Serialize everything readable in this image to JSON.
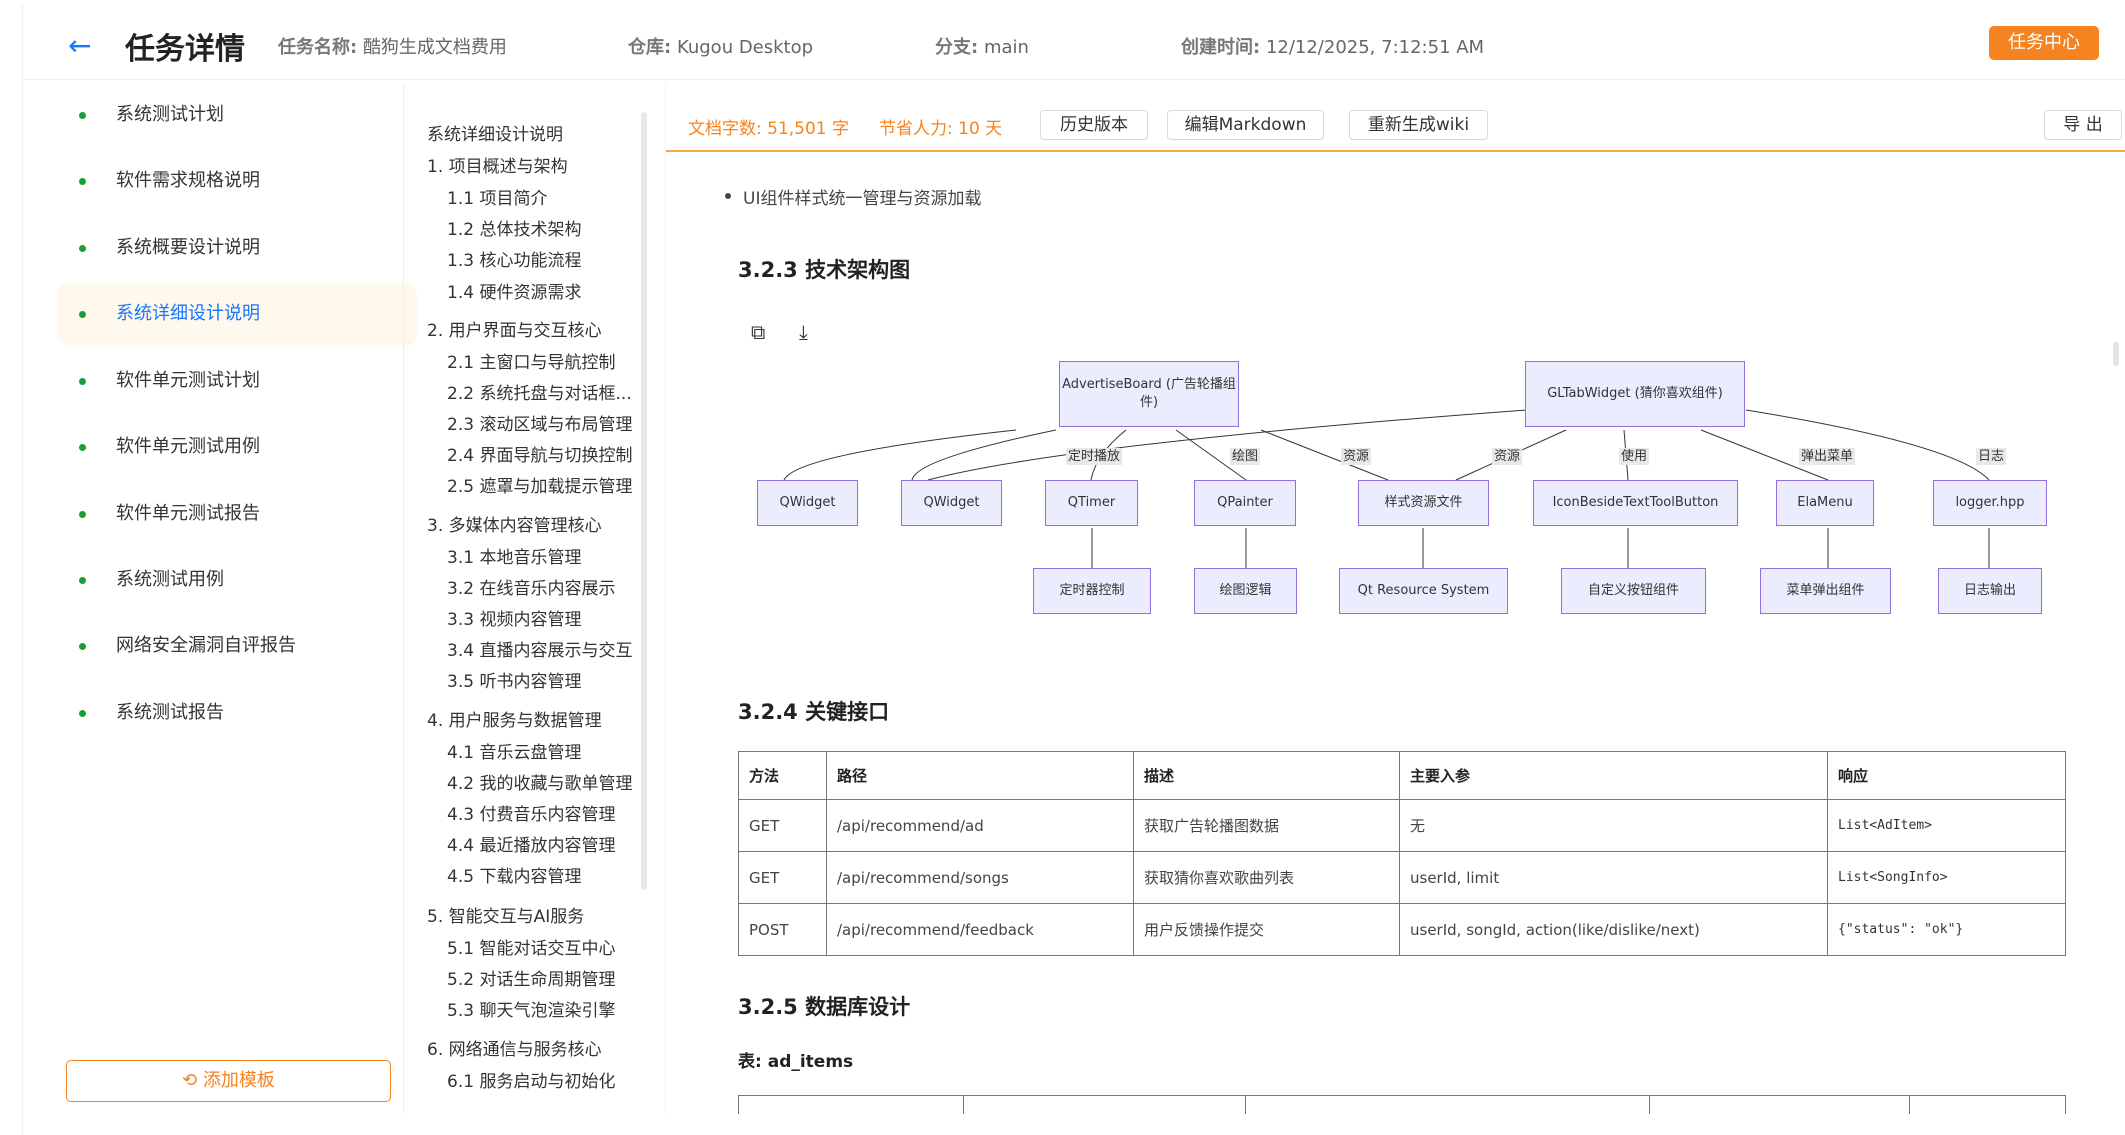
{
  "header": {
    "title": "任务详情",
    "task_name_label": "任务名称:",
    "task_name": "酷狗生成文档费用",
    "repo_label": "仓库:",
    "repo": "Kugou Desktop",
    "branch_label": "分支:",
    "branch": "main",
    "created_label": "创建时间:",
    "created": "12/12/2025, 7:12:51 AM",
    "task_center_button": "任务中心"
  },
  "doc_list": [
    {
      "label": "系统测试计划"
    },
    {
      "label": "软件需求规格说明"
    },
    {
      "label": "系统概要设计说明"
    },
    {
      "label": "系统详细设计说明",
      "active": true
    },
    {
      "label": "软件单元测试计划"
    },
    {
      "label": "软件单元测试用例"
    },
    {
      "label": "软件单元测试报告"
    },
    {
      "label": "系统测试用例"
    },
    {
      "label": "网络安全漏洞自评报告"
    },
    {
      "label": "系统测试报告"
    }
  ],
  "add_template_button": "添加模板",
  "toc": [
    {
      "label": "系统详细设计说明",
      "level": 1
    },
    {
      "label": "1. 项目概述与架构",
      "level": 1
    },
    {
      "label": "1.1 项目简介",
      "level": 2
    },
    {
      "label": "1.2 总体技术架构",
      "level": 2
    },
    {
      "label": "1.3 核心功能流程",
      "level": 2
    },
    {
      "label": "1.4 硬件资源需求",
      "level": 2
    },
    {
      "label": "2. 用户界面与交互核心",
      "level": 1
    },
    {
      "label": "2.1 主窗口与导航控制",
      "level": 2
    },
    {
      "label": "2.2 系统托盘与对话框...",
      "level": 2
    },
    {
      "label": "2.3 滚动区域与布局管理",
      "level": 2
    },
    {
      "label": "2.4 界面导航与切换控制",
      "level": 2
    },
    {
      "label": "2.5 遮罩与加载提示管理",
      "level": 2
    },
    {
      "label": "3. 多媒体内容管理核心",
      "level": 1
    },
    {
      "label": "3.1 本地音乐管理",
      "level": 2
    },
    {
      "label": "3.2 在线音乐内容展示",
      "level": 2
    },
    {
      "label": "3.3 视频内容管理",
      "level": 2
    },
    {
      "label": "3.4 直播内容展示与交互",
      "level": 2
    },
    {
      "label": "3.5 听书内容管理",
      "level": 2
    },
    {
      "label": "4. 用户服务与数据管理",
      "level": 1
    },
    {
      "label": "4.1 音乐云盘管理",
      "level": 2
    },
    {
      "label": "4.2 我的收藏与歌单管理",
      "level": 2
    },
    {
      "label": "4.3 付费音乐内容管理",
      "level": 2
    },
    {
      "label": "4.4 最近播放内容管理",
      "level": 2
    },
    {
      "label": "4.5 下载内容管理",
      "level": 2
    },
    {
      "label": "5. 智能交互与AI服务",
      "level": 1
    },
    {
      "label": "5.1 智能对话交互中心",
      "level": 2
    },
    {
      "label": "5.2 对话生命周期管理",
      "level": 2
    },
    {
      "label": "5.3 聊天气泡渲染引擎",
      "level": 2
    },
    {
      "label": "6. 网络通信与服务核心",
      "level": 1
    },
    {
      "label": "6.1 服务启动与初始化",
      "level": 2
    }
  ],
  "toolbar": {
    "word_count": "文档字数: 51,501 字",
    "saved_effort": "节省人力: 10 天",
    "history_button": "历史版本",
    "edit_button": "编辑Markdown",
    "regen_button": "重新生成wiki",
    "export_button": "导 出"
  },
  "content": {
    "bullet": "UI组件样式统一管理与资源加载",
    "h_arch": "3.2.3 技术架构图",
    "h_api": "3.2.4 关键接口",
    "h_db": "3.2.5 数据库设计",
    "table_label": "表: ad_items"
  },
  "diagram": {
    "nodes": {
      "advertise": "AdvertiseBoard (广告轮播组件)",
      "gltab": "GLTabWidget (猜你喜欢组件)",
      "qwidget1": "QWidget",
      "qwidget2": "QWidget",
      "qtimer": "QTimer",
      "qpainter": "QPainter",
      "style": "样式资源文件",
      "iconbtn": "IconBesideTextToolButton",
      "elamenu": "ElaMenu",
      "logger": "logger.hpp",
      "timerctl": "定时器控制",
      "drawlogic": "绘图逻辑",
      "qtres": "Qt Resource System",
      "custombtn": "自定义按钮组件",
      "menupop": "菜单弹出组件",
      "logout": "日志输出"
    },
    "edges": {
      "timer": "定时播放",
      "draw": "绘图",
      "res1": "资源",
      "res2": "资源",
      "use": "使用",
      "popup": "弹出菜单",
      "log": "日志"
    }
  },
  "api_table": {
    "headers": [
      "方法",
      "路径",
      "描述",
      "主要入参",
      "响应"
    ],
    "rows": [
      [
        "GET",
        "/api/recommend/ad",
        "获取广告轮播图数据",
        "无",
        "List<AdItem>"
      ],
      [
        "GET",
        "/api/recommend/songs",
        "获取猜你喜欢歌曲列表",
        "userId, limit",
        "List<SongInfo>"
      ],
      [
        "POST",
        "/api/recommend/feedback",
        "用户反馈操作提交",
        "userId, songId, action(like/dislike/next)",
        "{\"status\": \"ok\"}"
      ]
    ]
  },
  "colors": {
    "accent": "#f5831f",
    "link": "#1677ff",
    "node_fill": "#ececff",
    "node_border": "#9370db"
  }
}
